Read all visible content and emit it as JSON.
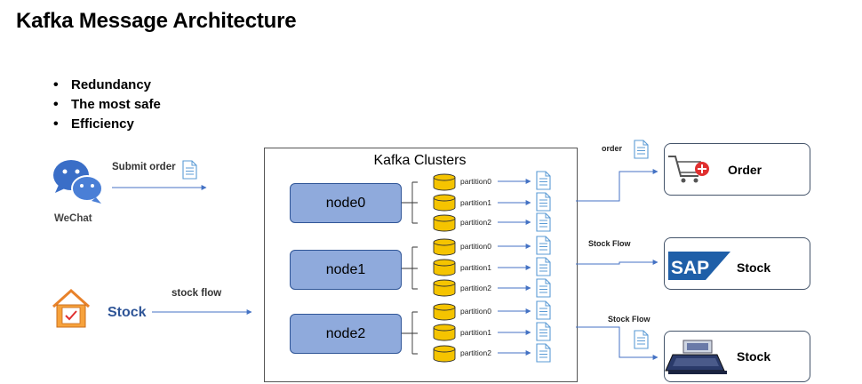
{
  "title": "Kafka Message Architecture",
  "bullets": [
    "Redundancy",
    "The most safe",
    "Efficiency"
  ],
  "sources": {
    "wechat": {
      "name": "WeChat",
      "action": "Submit order"
    },
    "stock": {
      "name": "Stock",
      "action": "stock flow"
    }
  },
  "cluster": {
    "title": "Kafka Clusters",
    "nodes": [
      {
        "name": "node0",
        "partitions": [
          "partition0",
          "partition1",
          "partition2"
        ]
      },
      {
        "name": "node1",
        "partitions": [
          "partition0",
          "partition1",
          "partition2"
        ]
      },
      {
        "name": "node2",
        "partitions": [
          "partition0",
          "partition1",
          "partition2"
        ]
      }
    ]
  },
  "destinations": [
    {
      "flow_label": "order",
      "name": "Order",
      "icon": "cart-icon"
    },
    {
      "flow_label": "Stock Flow",
      "name": "Stock",
      "logo_text": "SAP",
      "icon": "sap-logo"
    },
    {
      "flow_label": "Stock Flow",
      "name": "Stock",
      "icon": "pos-terminal-icon"
    }
  ],
  "colors": {
    "node_fill": "#8faadc",
    "node_border": "#2f5597",
    "cylinder": "#f5c400",
    "arrow": "#4472c4",
    "doc": "#5b9bd5"
  }
}
